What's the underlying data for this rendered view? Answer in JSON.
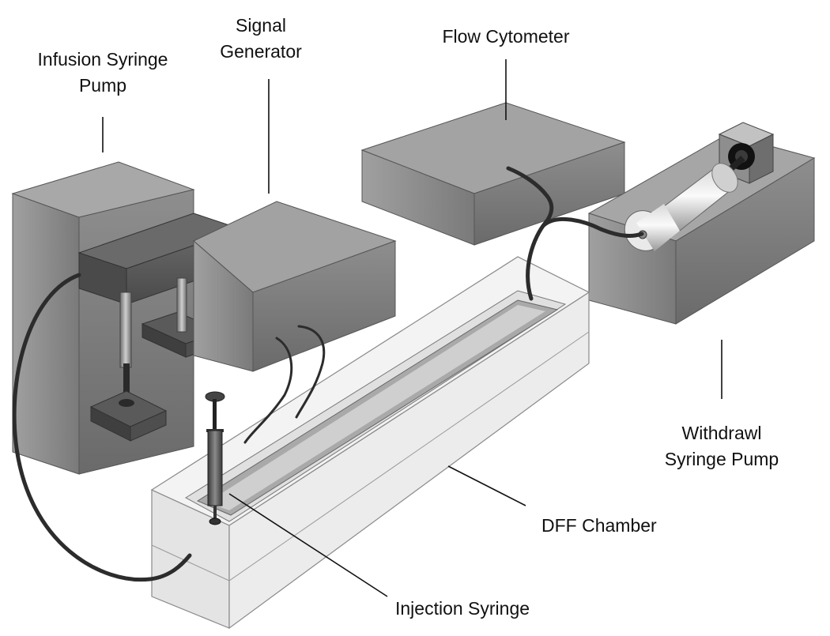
{
  "labels": {
    "infusion_pump": [
      "Infusion Syringe",
      "Pump"
    ],
    "signal_generator": [
      "Signal",
      "Generator"
    ],
    "flow_cytometer": "Flow Cytometer",
    "withdrawl_pump": [
      "Withdrawl",
      "Syringe Pump"
    ],
    "dff_chamber": "DFF Chamber",
    "injection_syringe": "Injection Syringe"
  }
}
